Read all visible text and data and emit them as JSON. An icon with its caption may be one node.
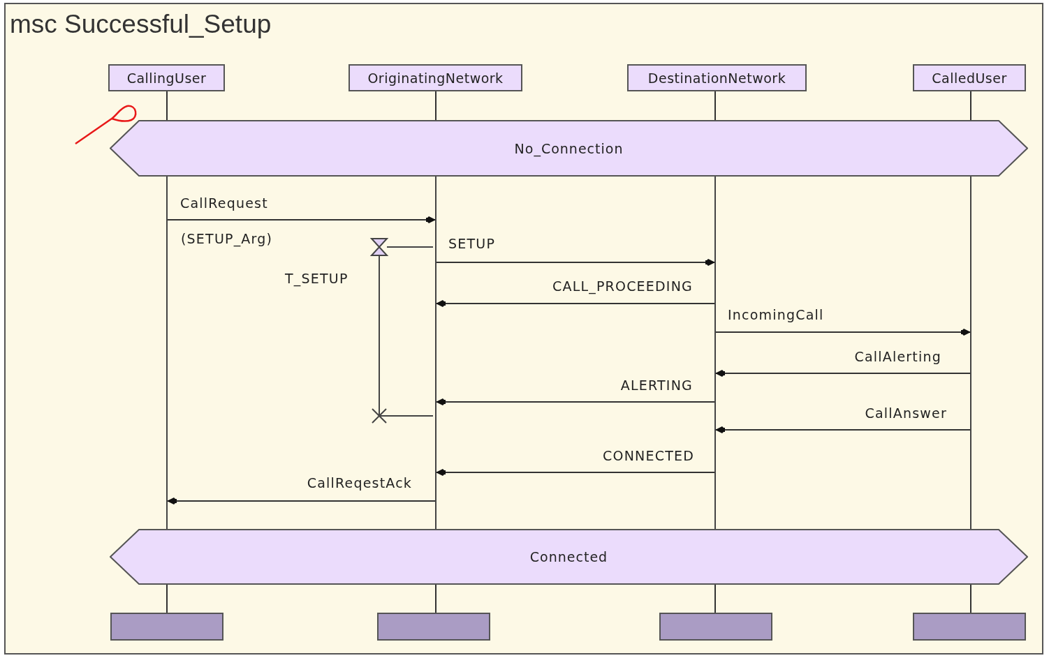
{
  "diagram": {
    "title": "msc Successful_Setup",
    "nodes": [
      {
        "text": [
          "CallingUser"
        ]
      },
      {
        "text": [
          "OriginatingNetwork"
        ]
      },
      {
        "text": [
          "DestinationNetwork"
        ]
      },
      {
        "text": [
          "CalledUser"
        ]
      },
      {
        "text": [
          "No_Connection"
        ]
      },
      {
        "text": [
          "Connected"
        ]
      },
      {
        "text": [],
        "shape": "box"
      },
      {
        "text": [],
        "shape": "box"
      },
      {
        "text": [],
        "shape": "box"
      },
      {
        "text": [],
        "shape": "box"
      },
      {
        "text": [],
        "shape": "line"
      },
      {
        "text": [],
        "shape": "line"
      },
      {
        "text": [],
        "shape": "line"
      },
      {
        "text": [],
        "shape": "line"
      }
    ],
    "edges": [
      {
        "from": 10,
        "to": 11,
        "arrow": "to",
        "label": "CallRequest"
      },
      {
        "from": 11,
        "to": 12,
        "arrow": "to",
        "label": "SETUP"
      },
      {
        "from": 12,
        "to": 11,
        "arrow": "to",
        "label": "CALL_PROCEEDING"
      },
      {
        "from": 12,
        "to": 13,
        "arrow": "to",
        "label": "IncomingCall"
      },
      {
        "from": 13,
        "to": 12,
        "arrow": "to",
        "label": "CallAlerting"
      },
      {
        "from": 12,
        "to": 11,
        "arrow": "to",
        "label": "ALERTING"
      },
      {
        "from": 13,
        "to": 12,
        "arrow": "to",
        "label": "CallAnswer"
      },
      {
        "from": 12,
        "to": 11,
        "arrow": "to",
        "label": "CONNECTED"
      },
      {
        "from": 11,
        "to": 10,
        "arrow": "to",
        "label": "CallReqestAck"
      },
      {
        "from": 0,
        "to": 4,
        "arrow": "none"
      },
      {
        "from": 5,
        "to": 6,
        "arrow": "none"
      },
      {
        "from": 1,
        "to": 4,
        "arrow": "none"
      },
      {
        "from": 5,
        "to": 7,
        "arrow": "none"
      },
      {
        "from": 2,
        "to": 4,
        "arrow": "none"
      },
      {
        "from": 5,
        "to": 8,
        "arrow": "none"
      },
      {
        "from": 3,
        "to": 4,
        "arrow": "none"
      },
      {
        "from": 5,
        "to": 9,
        "arrow": "none"
      }
    ],
    "labels": [
      "(SETUP_Arg)",
      "T_SETUP"
    ]
  }
}
